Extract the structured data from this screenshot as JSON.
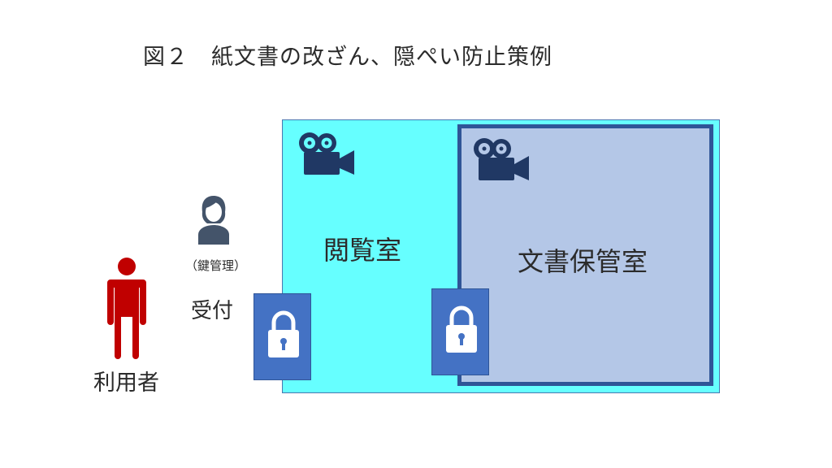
{
  "title": "図２　紙文書の改ざん、隠ぺい防止策例",
  "rooms": {
    "reading_room": "閲覧室",
    "archive_room": "文書保管室"
  },
  "reception": {
    "note": "（鍵管理）",
    "label": "受付"
  },
  "user": {
    "label": "利用者"
  },
  "icons": {
    "camera": "video-camera-icon",
    "lock": "padlock-icon",
    "receptionist": "receptionist-icon",
    "user": "person-icon"
  },
  "colors": {
    "reading_room": "#66ffff",
    "archive_room": "#b4c7e7",
    "archive_border": "#2f5597",
    "lock_door": "#4472c4",
    "camera": "#203864",
    "receptionist": "#44546a",
    "user": "#c00000"
  }
}
